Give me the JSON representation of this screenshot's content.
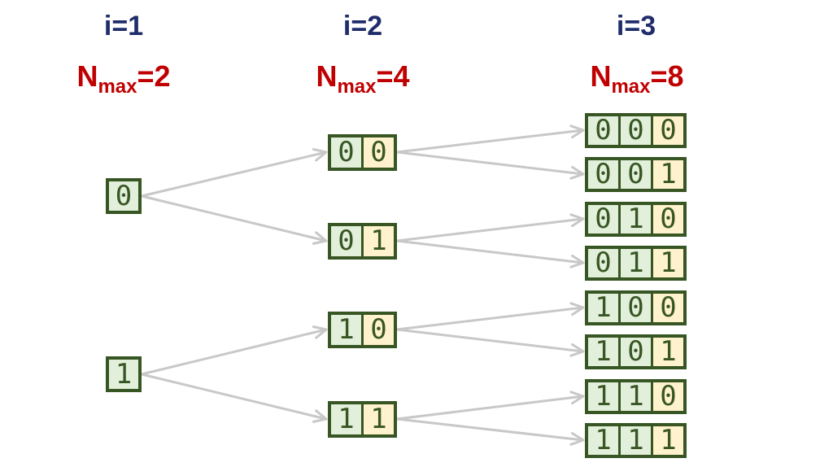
{
  "columns": [
    {
      "i_label": "i=1",
      "n_prefix": "N",
      "n_sub": "max",
      "n_value": "=2"
    },
    {
      "i_label": "i=2",
      "n_prefix": "N",
      "n_sub": "max",
      "n_value": "=4"
    },
    {
      "i_label": "i=3",
      "n_prefix": "N",
      "n_sub": "max",
      "n_value": "=8"
    }
  ],
  "levels": [
    [
      "0",
      "1"
    ],
    [
      "00",
      "01",
      "10",
      "11"
    ],
    [
      "000",
      "001",
      "010",
      "011",
      "100",
      "101",
      "110",
      "111"
    ]
  ],
  "colors": {
    "border": "#375623",
    "old_bit_fill": "#e2efda",
    "new_bit_fill": "#fff2cc",
    "arrow": "#c8c8c8",
    "i_label": "#1f2d6b",
    "n_label": "#c00000"
  }
}
